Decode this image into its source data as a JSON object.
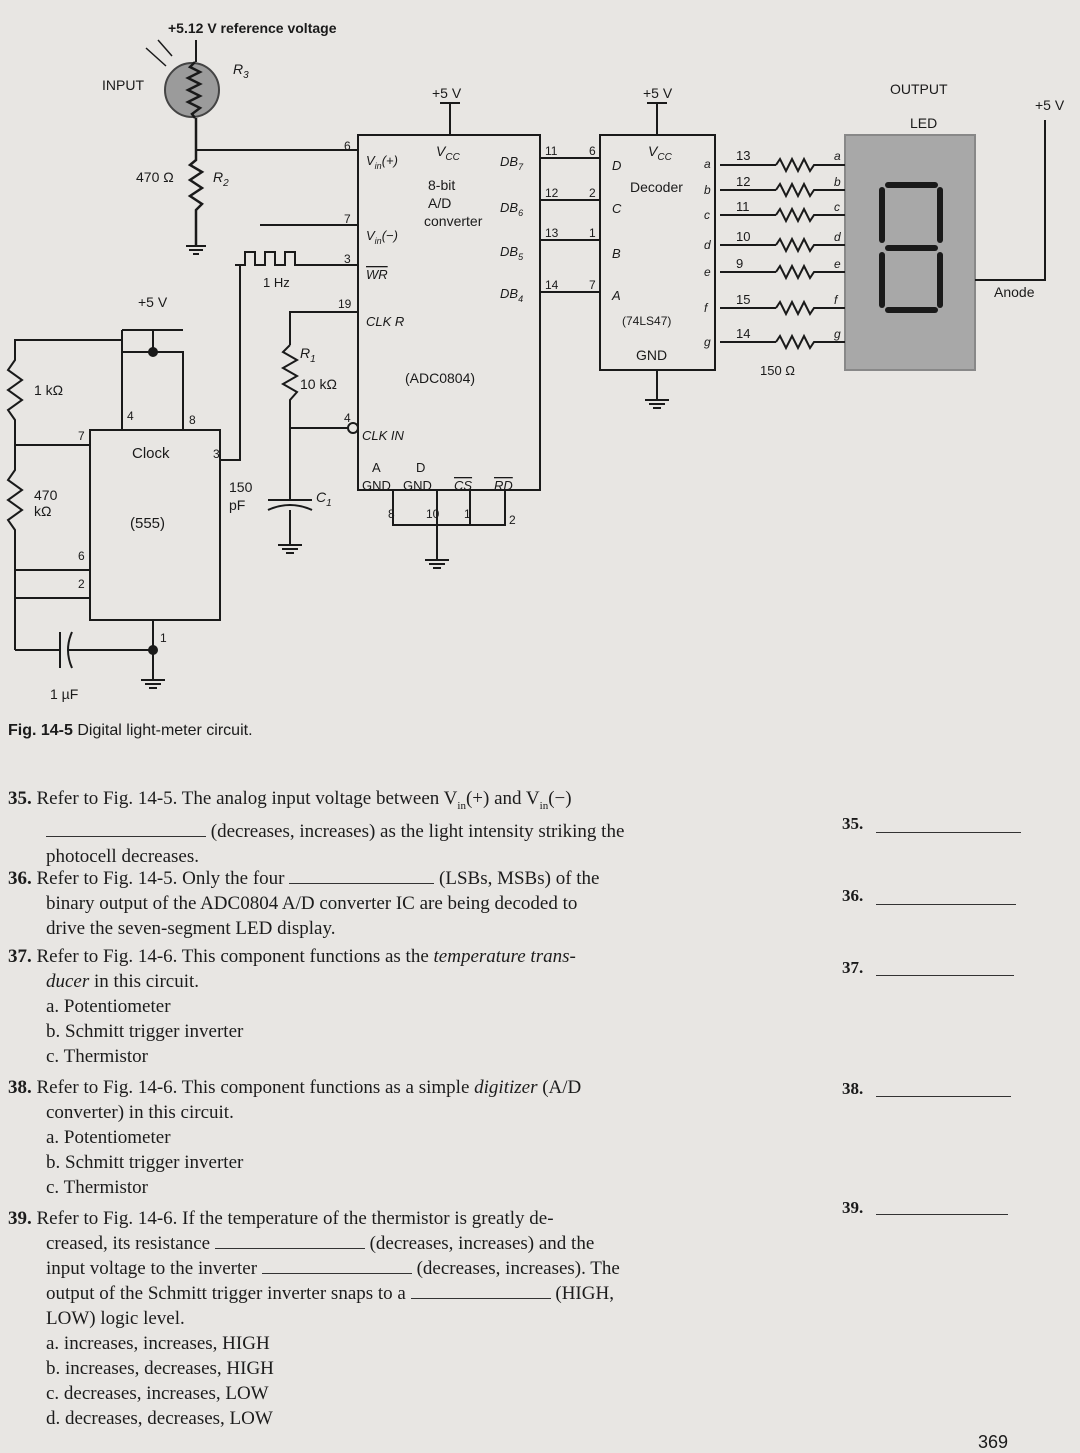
{
  "circuit": {
    "ref_voltage": "+5.12 V reference voltage",
    "input": "INPUT",
    "r3": "R",
    "r3_sub": "3",
    "r2_val": "470 Ω",
    "r2": "R",
    "r2_sub": "2",
    "vplus_adc": "+5 V",
    "vplus_dec": "+5 V",
    "vplus_clock": "+5 V",
    "vplus_anode": "+5 V",
    "output": "OUTPUT",
    "led": "LED",
    "anode": "Anode",
    "hz": "1 Hz",
    "r1": "R",
    "r1_sub": "1",
    "r1_val": "10 kΩ",
    "c1": "C",
    "c1_sub": "1",
    "c1_val_a": "150",
    "c1_val_b": "pF",
    "res_1k": "1 kΩ",
    "res_470k_a": "470",
    "res_470k_b": "kΩ",
    "cap_1uf": "1 µF",
    "clock": "Clock",
    "clock_part": "(555)",
    "adc_vcc": "V",
    "adc_vcc_sub": "CC",
    "adc_desc": [
      "8-bit",
      "A/D",
      "converter"
    ],
    "adc_part": "(ADC0804)",
    "adc_vin_plus": "V",
    "adc_vin_plus_tail": "(+)",
    "adc_vin_minus": "V",
    "adc_vin_minus_tail": "(−)",
    "adc_vin_sub": "in",
    "adc_wr": "WR",
    "adc_clkr": "CLK R",
    "adc_clkin": "CLK IN",
    "adc_db": [
      {
        "b": "DB",
        "s": "7"
      },
      {
        "b": "DB",
        "s": "6"
      },
      {
        "b": "DB",
        "s": "5"
      },
      {
        "b": "DB",
        "s": "4"
      }
    ],
    "adc_agnd": [
      "A",
      "GND"
    ],
    "adc_dgnd": [
      "D",
      "GND"
    ],
    "adc_cs": "CS",
    "adc_rd": "RD",
    "dec_vcc": "V",
    "dec_vcc_sub": "CC",
    "dec_name": "Decoder",
    "dec_part": "(74LS47)",
    "dec_gnd": "GND",
    "dec_in": [
      "D",
      "C",
      "B",
      "A"
    ],
    "dec_out": [
      "a",
      "b",
      "c",
      "d",
      "e",
      "f",
      "g"
    ],
    "dec_out_pins": [
      "13",
      "12",
      "11",
      "10",
      "9",
      "15",
      "14"
    ],
    "seg_letters": [
      "a",
      "b",
      "c",
      "d",
      "e",
      "f",
      "g"
    ],
    "res_150": "150 Ω",
    "pins": {
      "vin_plus": "6",
      "vin_minus": "7",
      "wr": "3",
      "clkr": "19",
      "clkin": "4",
      "db7": "11",
      "db6": "12",
      "db5": "13",
      "db4": "14",
      "dec_d": "6",
      "dec_c": "2",
      "dec_b": "1",
      "dec_a": "7",
      "agnd": "8",
      "dgnd": "10",
      "cs": "1",
      "rd": "2",
      "clk4": "4",
      "clk8": "8",
      "clk7": "7",
      "clk3": "3",
      "clk6": "6",
      "clk2": "2",
      "clk1": "1"
    }
  },
  "caption": {
    "label": "Fig. 14-5",
    "text": "Digital light-meter circuit."
  },
  "questions": {
    "q35": {
      "num": "35.",
      "l1": "Refer to Fig. 14-5. The analog input voltage between V",
      "l1_sub1": "in",
      "l1_mid": "(+) and V",
      "l1_sub2": "in",
      "l1_tail": "(−)",
      "l2": "(decreases, increases) as the light intensity striking the",
      "l3": "photocell decreases."
    },
    "q36": {
      "num": "36.",
      "l1a": "Refer to Fig. 14-5. Only the four",
      "l1b": "(LSBs, MSBs) of the",
      "l2": "binary output of the ADC0804 A/D converter IC are being decoded to",
      "l3": "drive the seven-segment LED display."
    },
    "q37": {
      "num": "37.",
      "l1a": "Refer to Fig. 14-6. This component functions as the",
      "l1i": "temperature trans-",
      "l2i": "ducer",
      "l2b": "in this circuit.",
      "opts": [
        "a. Potentiometer",
        "b. Schmitt trigger inverter",
        "c. Thermistor"
      ]
    },
    "q38": {
      "num": "38.",
      "l1a": "Refer to Fig. 14-6. This component functions as a simple",
      "l1i": "digitizer",
      "l1b": "(A/D",
      "l2": "converter) in this circuit.",
      "opts": [
        "a. Potentiometer",
        "b. Schmitt trigger inverter",
        "c. Thermistor"
      ]
    },
    "q39": {
      "num": "39.",
      "l1": "Refer to Fig. 14-6. If the temperature of the thermistor is greatly de-",
      "l2a": "creased, its resistance",
      "l2b": "(decreases, increases) and the",
      "l3a": "input voltage to the inverter",
      "l3b": "(decreases, increases). The",
      "l4a": "output of the Schmitt trigger inverter snaps to a",
      "l4b": "(HIGH,",
      "l5": "LOW) logic level.",
      "opts": [
        "a. increases, increases, HIGH",
        "b. increases, decreases, HIGH",
        "c. decreases, increases, LOW",
        "d. decreases, decreases, LOW"
      ]
    }
  },
  "answers": [
    "35.",
    "36.",
    "37.",
    "38.",
    "39."
  ],
  "page_number": "369"
}
